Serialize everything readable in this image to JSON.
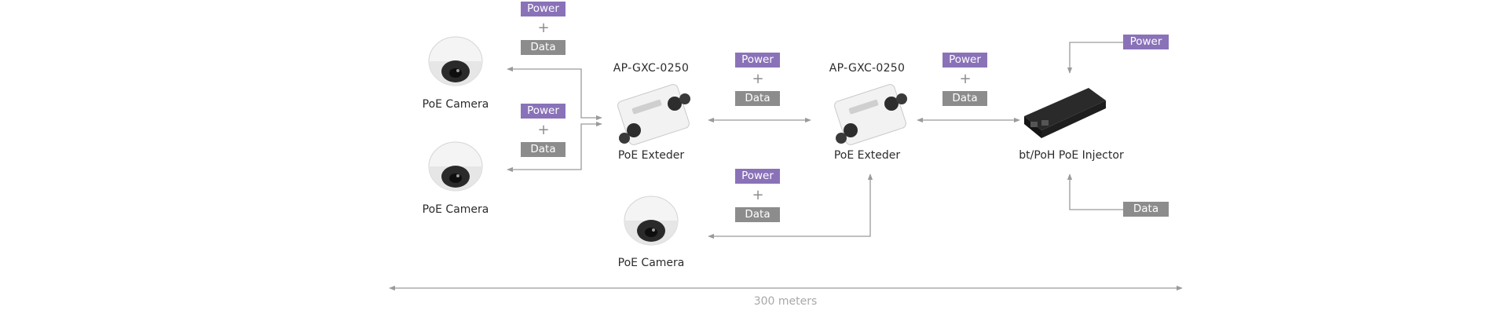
{
  "labels": {
    "camera_1": "PoE Camera",
    "camera_2": "PoE Camera",
    "camera_3": "PoE Camera",
    "extender_1_model": "AP-GXC-0250",
    "extender_1_name": "PoE Exteder",
    "extender_2_model": "AP-GXC-0250",
    "extender_2_name": "PoE Exteder",
    "injector_name": "bt/PoH PoE Injector"
  },
  "signals": {
    "power": "Power",
    "plus": "+",
    "data": "Data"
  },
  "distance": "300 meters",
  "colors": {
    "power_badge": "#8a72b8",
    "data_badge": "#8c8c8c",
    "connector_line": "#9a9a9a"
  }
}
